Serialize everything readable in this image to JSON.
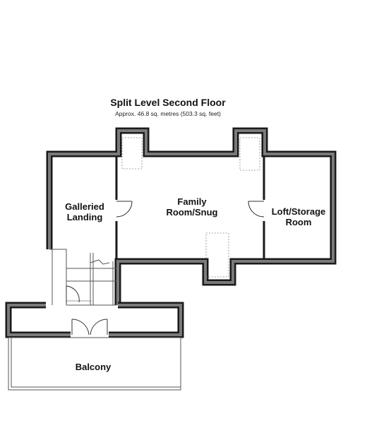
{
  "plan": {
    "title": "Split Level Second Floor",
    "area": "Approx. 46.8 sq. metres (503.3 sq. feet)"
  },
  "rooms": {
    "galleried_landing": {
      "line1": "Galleried",
      "line2": "Landing"
    },
    "family_room": {
      "line1": "Family",
      "line2": "Room/Snug"
    },
    "loft_storage": {
      "line1": "Loft/Storage",
      "line2": "Room"
    },
    "balcony": {
      "line1": "Balcony"
    }
  },
  "colors": {
    "wall_outer": "#1a1a1a",
    "wall_fill": "#7a7a7a",
    "line": "#333333"
  }
}
